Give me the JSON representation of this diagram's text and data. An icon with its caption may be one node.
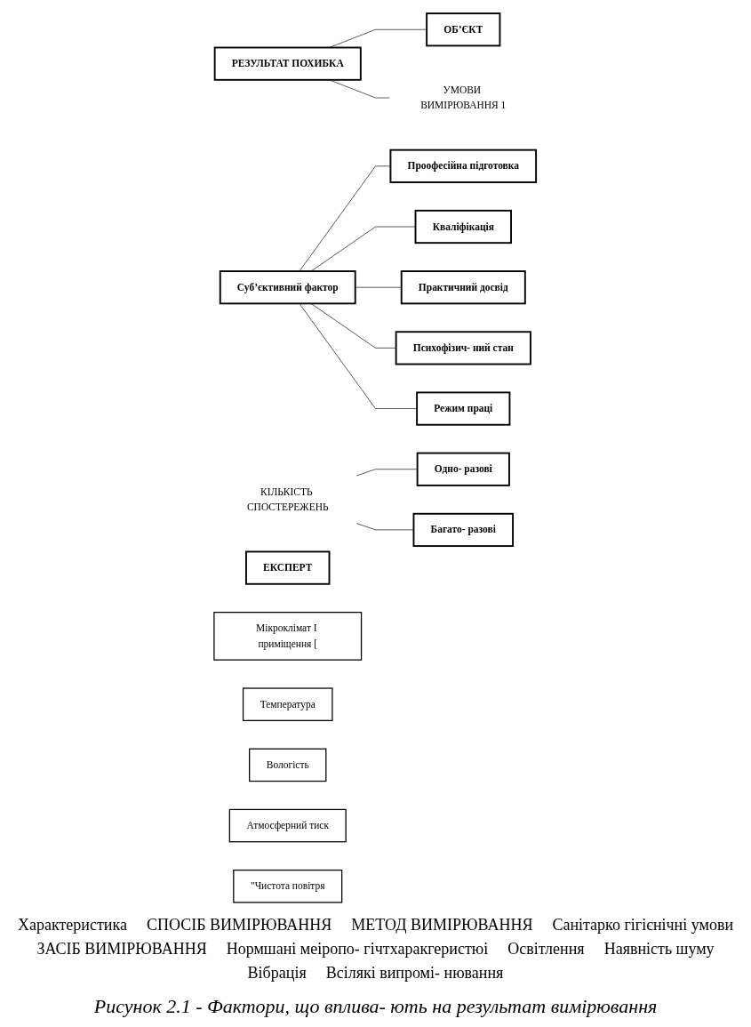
{
  "diagram": {
    "caption": "Рисунок 2.1 - Фактори, що вплива- ють на результат вимірювання",
    "nodes": [
      {
        "text": [
          "РЕЗУЛЬТАТ ПОХИБКА"
        ]
      },
      {
        "text": [
          "ОБ’ЄКТ"
        ]
      },
      {
        "text": [
          "ЕКСПЕРТ"
        ]
      },
      {
        "text": [
          "Суб’єктивний фактор"
        ]
      },
      {
        "text": [
          "Проофесійна підготовка"
        ]
      },
      {
        "text": [
          "Кваліфікація"
        ]
      },
      {
        "text": [
          "Практичний досвід"
        ]
      },
      {
        "text": [
          "Психофізич- ний стан"
        ]
      },
      {
        "text": [
          "Режим праці"
        ]
      },
      {
        "text": [
          "УМОВИ ВИМІРЮВАННЯ 1"
        ]
      },
      {
        "text": [
          "Мікроклімат I приміщення ["
        ]
      },
      {
        "text": [
          "Температура"
        ]
      },
      {
        "text": [
          "Вологість"
        ]
      },
      {
        "text": [
          "Атмосферний тиск"
        ]
      },
      {
        "text": [
          "\"Чистота повітря"
        ]
      },
      {
        "text": [
          "КІЛЬКІСТЬ СПОСТЕРЕЖЕНЬ"
        ]
      },
      {
        "text": [
          "Одно- разові"
        ]
      },
      {
        "text": [
          "Багато- разові"
        ]
      }
    ],
    "edges": [
      {
        "from": 0,
        "to": 1,
        "arrow": "none"
      },
      {
        "from": 0,
        "to": 9,
        "arrow": "none"
      },
      {
        "from": 3,
        "to": 4,
        "arrow": "none"
      },
      {
        "from": 3,
        "to": 5,
        "arrow": "none"
      },
      {
        "from": 3,
        "to": 6,
        "arrow": "none"
      },
      {
        "from": 3,
        "to": 7,
        "arrow": "none"
      },
      {
        "from": 3,
        "to": 8,
        "arrow": "none"
      },
      {
        "from": 15,
        "to": 16,
        "arrow": "none"
      },
      {
        "from": 15,
        "to": 17,
        "arrow": "none"
      }
    ],
    "labels": [
      "Характеристика",
      "СПОСІБ ВИМІРЮВАННЯ",
      "МЕТОД ВИМІРЮВАННЯ",
      "Санітарко гігієнічні умови",
      "ЗАСІБ ВИМІРЮВАННЯ",
      "Нормшані меіропо- гічтхаракгеристюі",
      "Освітлення",
      "Наявність шуму",
      "Вібрація",
      "Всілякі випромі- нювання"
    ]
  }
}
